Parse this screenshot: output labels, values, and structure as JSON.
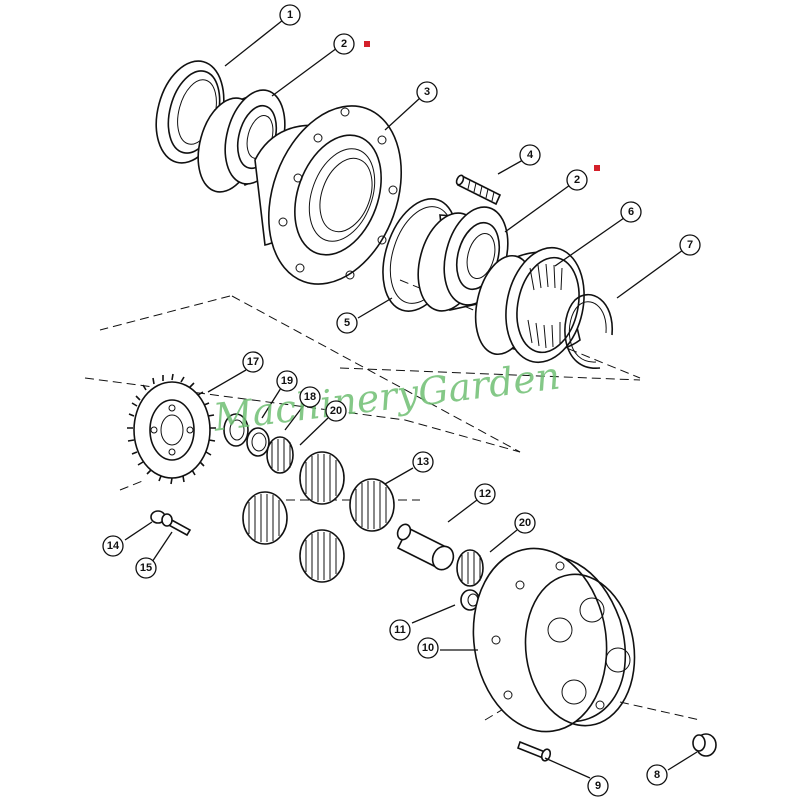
{
  "watermark": "MachineryGarden",
  "colors": {
    "marker": "#d4202a",
    "watermark": "#6fbf73",
    "line": "#111111"
  },
  "callouts": [
    {
      "id": "c1",
      "label": "1"
    },
    {
      "id": "c2a",
      "label": "2",
      "marked": true
    },
    {
      "id": "c3",
      "label": "3"
    },
    {
      "id": "c4",
      "label": "4"
    },
    {
      "id": "c2b",
      "label": "2",
      "marked": true
    },
    {
      "id": "c6",
      "label": "6"
    },
    {
      "id": "c7",
      "label": "7"
    },
    {
      "id": "c5",
      "label": "5"
    },
    {
      "id": "c17",
      "label": "17"
    },
    {
      "id": "c19",
      "label": "19"
    },
    {
      "id": "c18",
      "label": "18"
    },
    {
      "id": "c20a",
      "label": "20"
    },
    {
      "id": "c13",
      "label": "13"
    },
    {
      "id": "c12",
      "label": "12"
    },
    {
      "id": "c20b",
      "label": "20"
    },
    {
      "id": "c14",
      "label": "14"
    },
    {
      "id": "c15",
      "label": "15"
    },
    {
      "id": "c11",
      "label": "11"
    },
    {
      "id": "c10",
      "label": "10"
    },
    {
      "id": "c9",
      "label": "9"
    },
    {
      "id": "c8",
      "label": "8"
    }
  ]
}
